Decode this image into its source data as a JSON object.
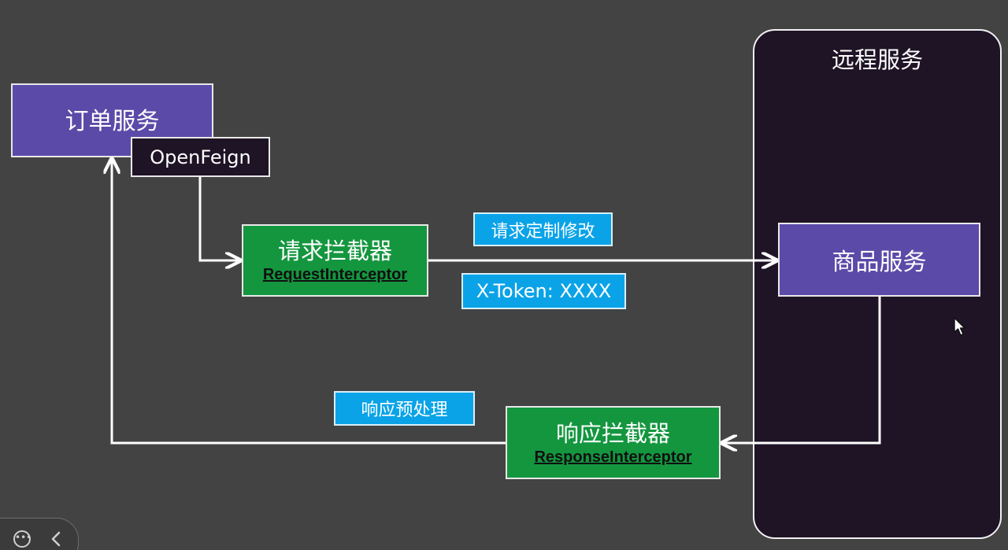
{
  "diagram": {
    "remote_service": {
      "title": "远程服务"
    },
    "order_service": {
      "label": "订单服务"
    },
    "openfeign": {
      "label": "OpenFeign"
    },
    "request_interceptor": {
      "label": "请求拦截器",
      "class_name": "RequestInterceptor"
    },
    "response_interceptor": {
      "label": "响应拦截器",
      "class_name": "ResponseInterceptor"
    },
    "product_service": {
      "label": "商品服务"
    },
    "notes": {
      "request_modify": "请求定制修改",
      "token_header": "X-Token: XXXX",
      "response_preprocess": "响应预处理"
    }
  },
  "colors": {
    "background": "#434343",
    "service_box": "#5b4aa8",
    "interceptor_box": "#14963f",
    "note_box": "#0aa3e8",
    "remote_panel": "#1f1426"
  },
  "player_controls": {
    "more_icon": "more-icon",
    "back_icon": "chevron-left-icon"
  }
}
